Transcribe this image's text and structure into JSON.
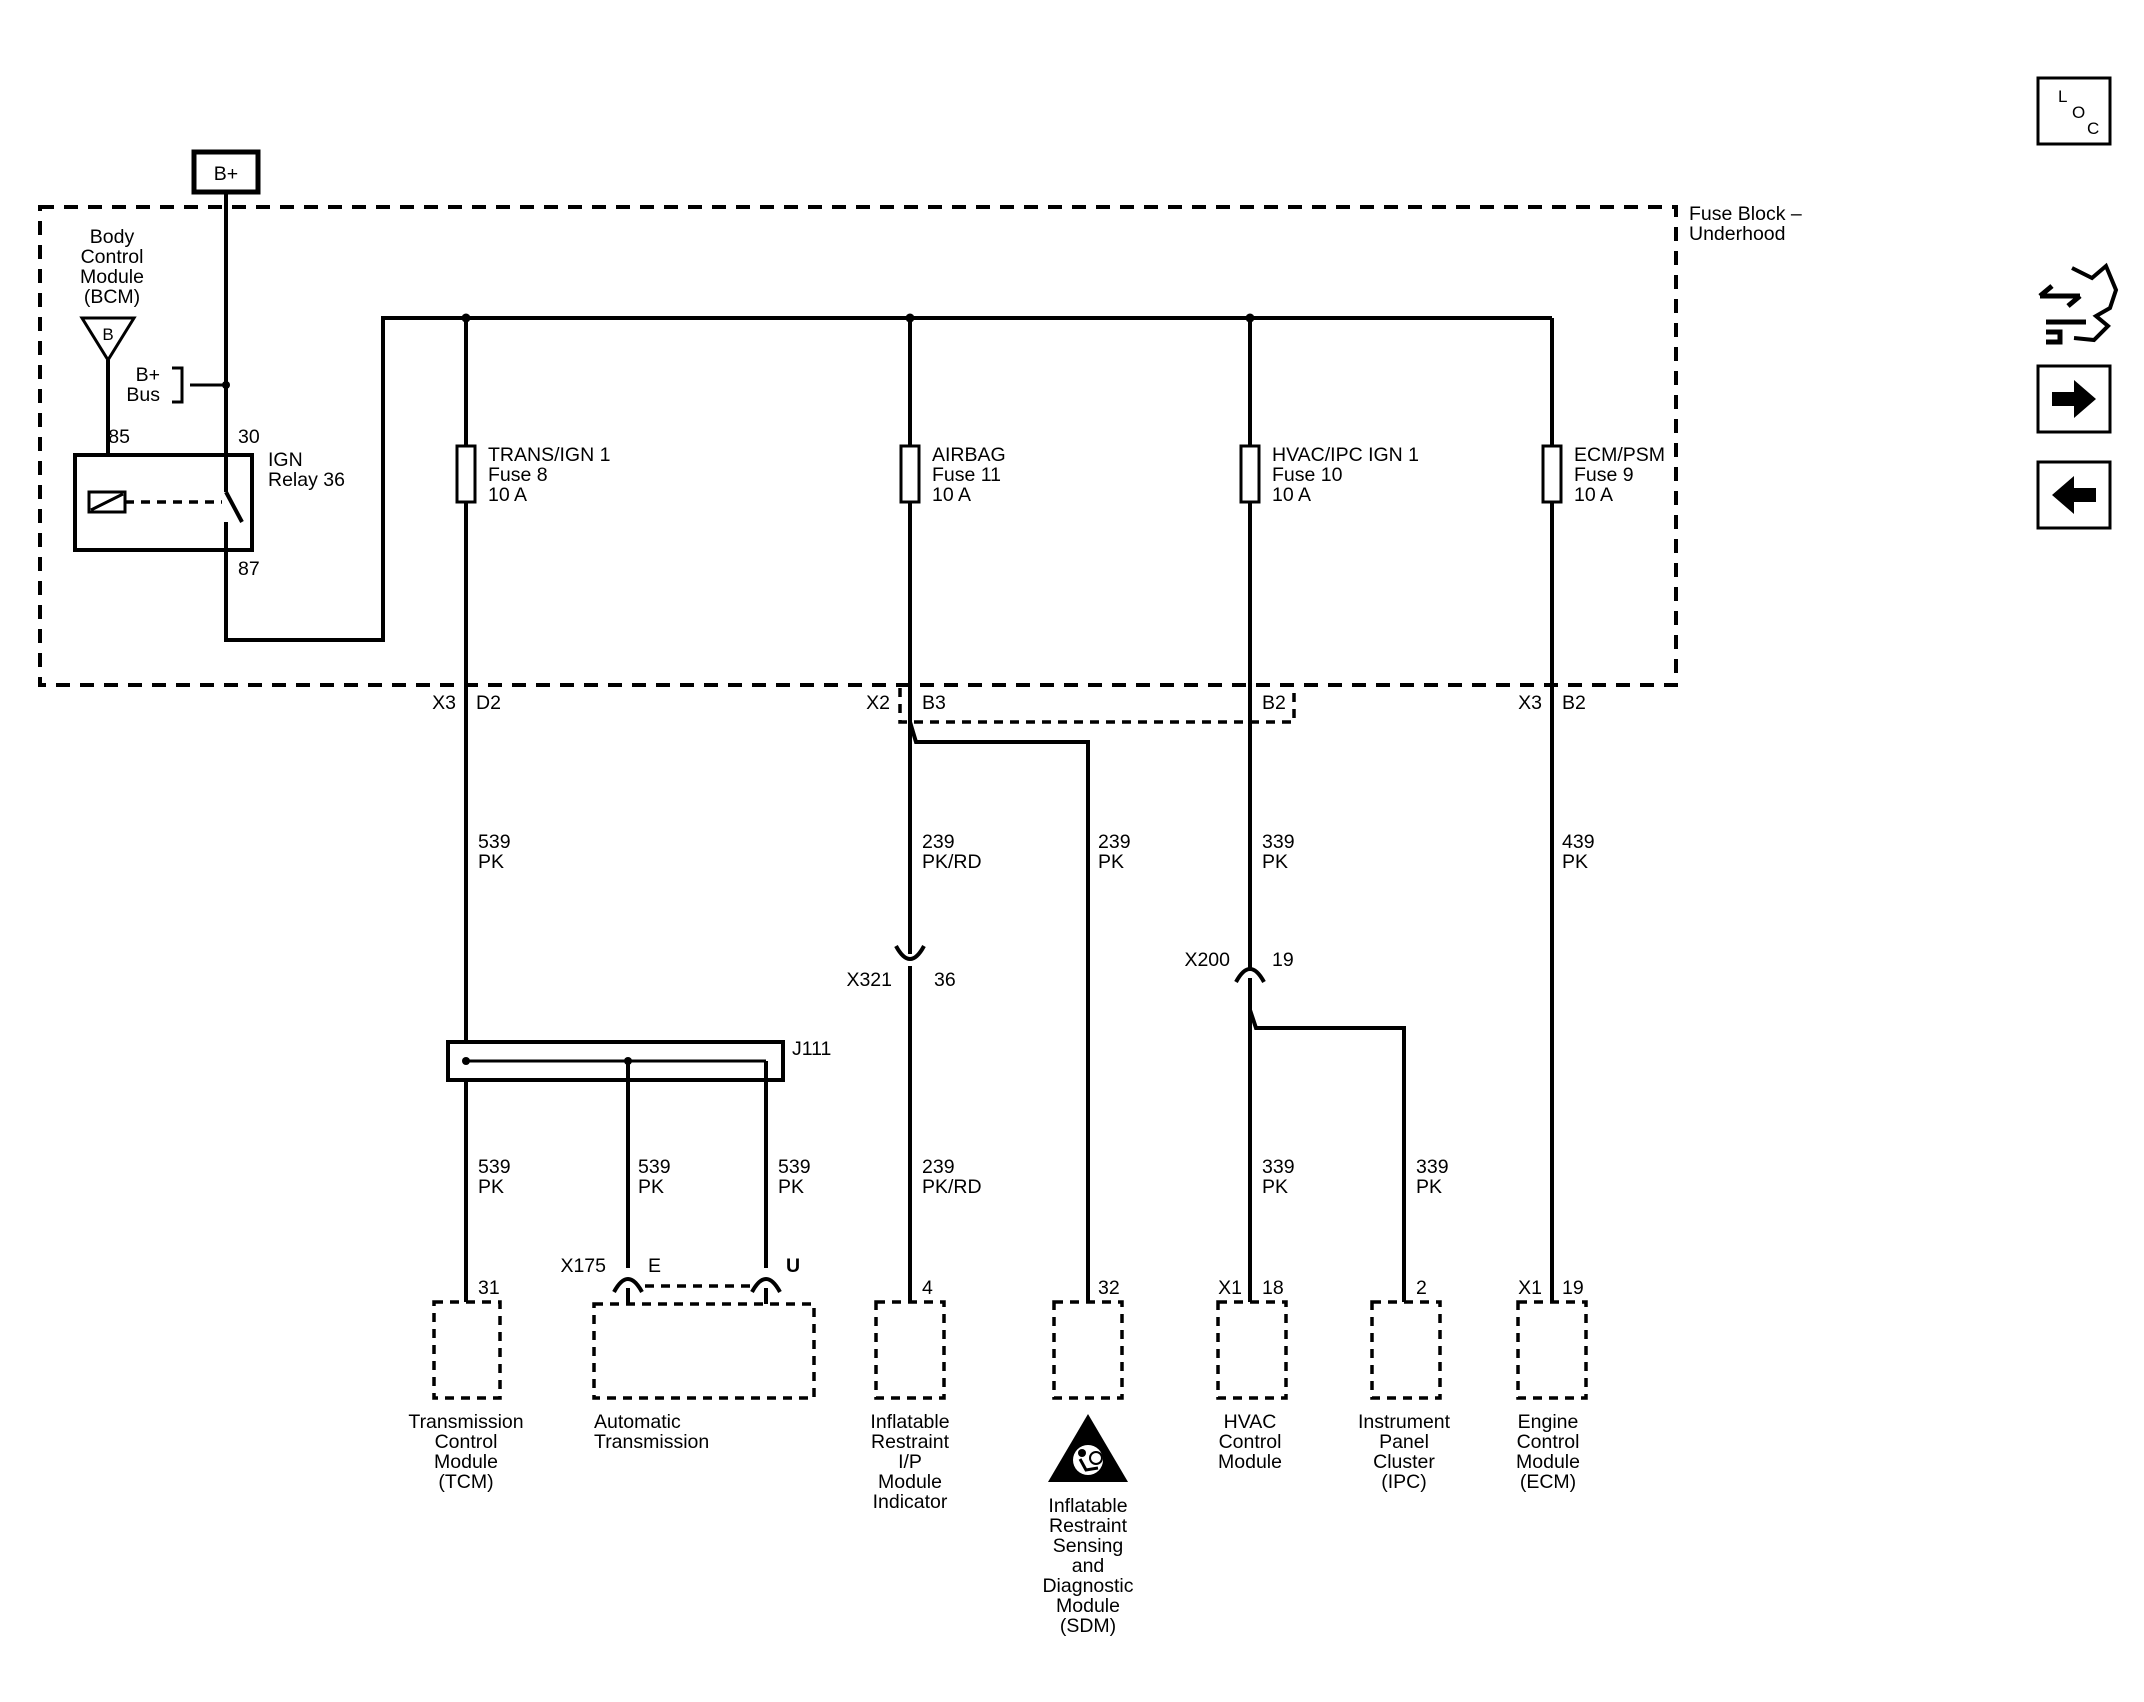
{
  "supply": {
    "label": "B+"
  },
  "fuse_block": {
    "label_line1": "Fuse Block –",
    "label_line2": "Underhood"
  },
  "bcm": {
    "name_lines": [
      "Body",
      "Control",
      "Module",
      "(BCM)"
    ],
    "triangle_label": "B"
  },
  "bus": {
    "label_line1": "B+",
    "label_line2": "Bus"
  },
  "relay": {
    "name_line1": "IGN",
    "name_line2": "Relay 36",
    "pin_85": "85",
    "pin_30": "30",
    "pin_87": "87"
  },
  "fuses": [
    {
      "name": "TRANS/IGN 1",
      "number": "Fuse 8",
      "rating": "10 A"
    },
    {
      "name": "AIRBAG",
      "number": "Fuse 11",
      "rating": "10 A"
    },
    {
      "name": "HVAC/IPC IGN 1",
      "number": "Fuse 10",
      "rating": "10 A"
    },
    {
      "name": "ECM/PSM",
      "number": "Fuse 9",
      "rating": "10 A"
    }
  ],
  "fuse_block_pins": [
    {
      "connector": "X3",
      "pin": "D2"
    },
    {
      "connector": "X2",
      "pin": "B3"
    },
    {
      "connector": "",
      "pin": "B2"
    },
    {
      "connector": "X3",
      "pin": "B2"
    }
  ],
  "wires_upper": [
    {
      "circuit": "539",
      "color": "PK"
    },
    {
      "circuit": "239",
      "color": "PK/RD"
    },
    {
      "circuit": "239",
      "color": "PK"
    },
    {
      "circuit": "339",
      "color": "PK"
    },
    {
      "circuit": "439",
      "color": "PK"
    }
  ],
  "inline_connectors": [
    {
      "name": "X321",
      "pin": "36"
    },
    {
      "name": "X200",
      "pin": "19"
    }
  ],
  "splice": {
    "label": "J111"
  },
  "wires_lower": [
    {
      "circuit": "539",
      "color": "PK"
    },
    {
      "circuit": "539",
      "color": "PK"
    },
    {
      "circuit": "539",
      "color": "PK"
    },
    {
      "circuit": "239",
      "color": "PK/RD"
    },
    {
      "circuit": "339",
      "color": "PK"
    },
    {
      "circuit": "339",
      "color": "PK"
    }
  ],
  "x175": {
    "name": "X175",
    "pin_e": "E",
    "pin_u": "U"
  },
  "modules": [
    {
      "connector": "",
      "pin": "31",
      "name_lines": [
        "Transmission",
        "Control",
        "Module",
        "(TCM)"
      ]
    },
    {
      "connector": "",
      "pin": "",
      "name_lines": [
        "Automatic",
        "Transmission"
      ]
    },
    {
      "connector": "",
      "pin": "4",
      "name_lines": [
        "Inflatable",
        "Restraint",
        "I/P",
        "Module",
        "Indicator"
      ]
    },
    {
      "connector": "",
      "pin": "32",
      "name_lines": [
        "Inflatable",
        "Restraint",
        "Sensing",
        "and",
        "Diagnostic",
        "Module",
        "(SDM)"
      ]
    },
    {
      "connector": "X1",
      "pin": "18",
      "name_lines": [
        "HVAC",
        "Control",
        "Module"
      ]
    },
    {
      "connector": "",
      "pin": "2",
      "name_lines": [
        "Instrument",
        "Panel",
        "Cluster",
        "(IPC)"
      ]
    },
    {
      "connector": "X1",
      "pin": "19",
      "name_lines": [
        "Engine",
        "Control",
        "Module",
        "(ECM)"
      ]
    }
  ],
  "nav": {
    "loc_l": "L",
    "loc_o": "O",
    "loc_c": "C",
    "icons": [
      "location-icon",
      "connector-view-icon",
      "next-arrow-icon",
      "previous-arrow-icon"
    ]
  }
}
